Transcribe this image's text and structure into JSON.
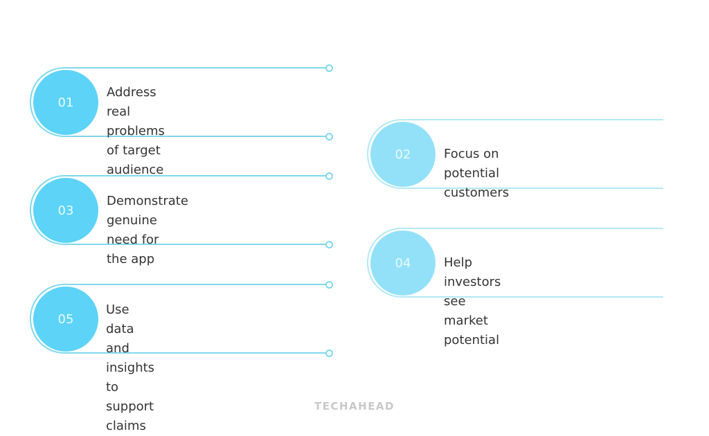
{
  "items": [
    {
      "number": "01",
      "text_line1": "Address real problems of target",
      "text_line2": "audience"
    },
    {
      "number": "02",
      "text_line1": "Focus on potential customers",
      "text_line2": ""
    },
    {
      "number": "03",
      "text_line1": "Demonstrate genuine need for",
      "text_line2": "the app"
    },
    {
      "number": "04",
      "text_line1": "Help investors see market potential",
      "text_line2": ""
    },
    {
      "number": "05",
      "text_line1": "Use data and insights to",
      "text_line2": "support claims"
    }
  ],
  "colors": {
    "left_fill": "#5cd3f7",
    "left_line": "#7fd8ee",
    "right_fill": "#93e1f8",
    "right_line": "#b2e9f4",
    "text": "#333333"
  },
  "brand": "TECHAHEAD"
}
